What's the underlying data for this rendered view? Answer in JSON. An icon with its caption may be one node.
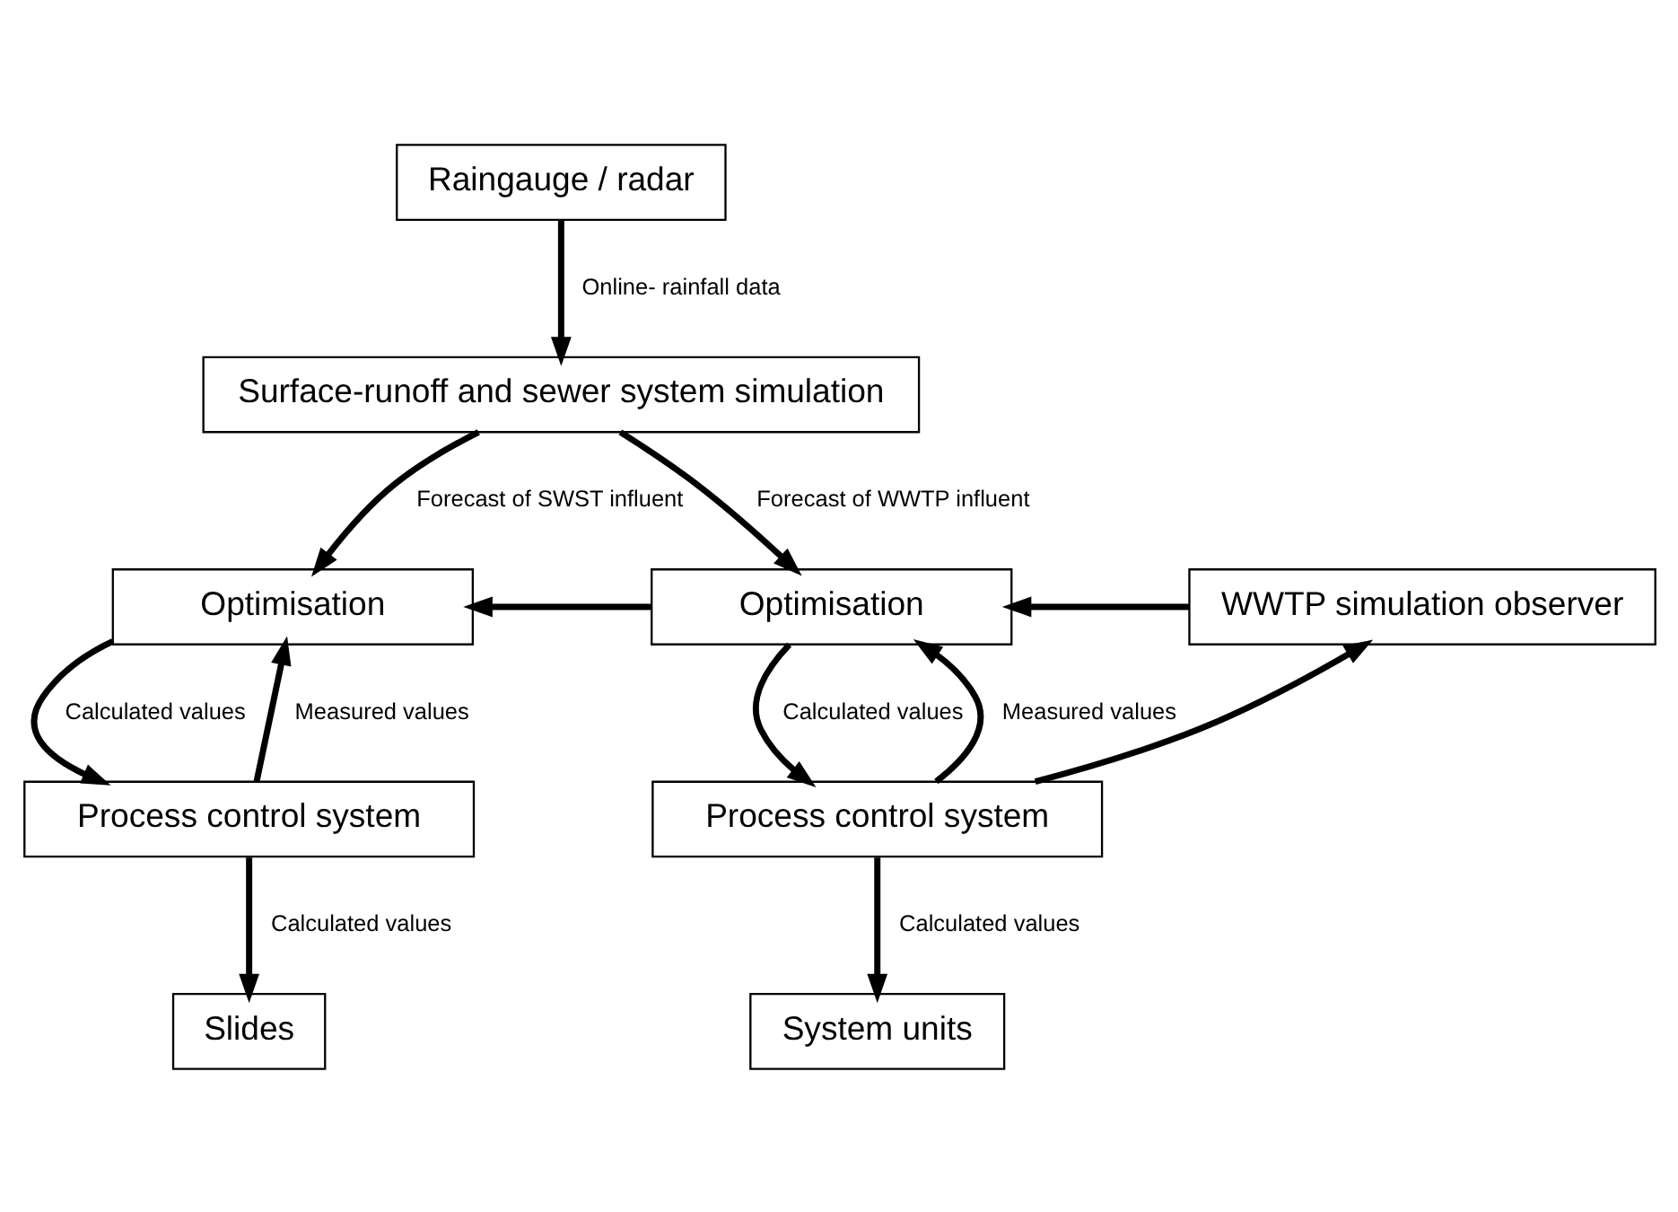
{
  "diagram": {
    "nodes": [
      {
        "text": [
          "Raingauge / radar"
        ]
      },
      {
        "text": [
          "Surface-runoff and sewer system simulation"
        ]
      },
      {
        "text": [
          "Optimisation"
        ]
      },
      {
        "text": [
          "Optimisation"
        ]
      },
      {
        "text": [
          "WWTP simulation observer"
        ]
      },
      {
        "text": [
          "Process control system"
        ]
      },
      {
        "text": [
          "Process control system"
        ]
      },
      {
        "text": [
          "Slides"
        ]
      },
      {
        "text": [
          "System units"
        ]
      }
    ],
    "edges": [
      {
        "from": 0,
        "to": 1,
        "arrow": "to",
        "label": "Online- rainfall data"
      },
      {
        "from": 1,
        "to": 2,
        "arrow": "to",
        "label": "Forecast of SWST influent"
      },
      {
        "from": 1,
        "to": 3,
        "arrow": "to",
        "label": "Forecast of WWTP influent"
      },
      {
        "from": 3,
        "to": 2,
        "arrow": "to"
      },
      {
        "from": 4,
        "to": 3,
        "arrow": "to"
      },
      {
        "from": 2,
        "to": 5,
        "arrow": "to",
        "label": "Calculated values"
      },
      {
        "from": 5,
        "to": 2,
        "arrow": "to",
        "label": "Measured values"
      },
      {
        "from": 3,
        "to": 6,
        "arrow": "to",
        "label": "Calculated values"
      },
      {
        "from": 6,
        "to": 3,
        "arrow": "to",
        "label": "Measured values"
      },
      {
        "from": 6,
        "to": 4,
        "arrow": "to"
      },
      {
        "from": 5,
        "to": 7,
        "arrow": "to",
        "label": "Calculated values"
      },
      {
        "from": 6,
        "to": 8,
        "arrow": "to",
        "label": "Calculated values"
      }
    ]
  }
}
